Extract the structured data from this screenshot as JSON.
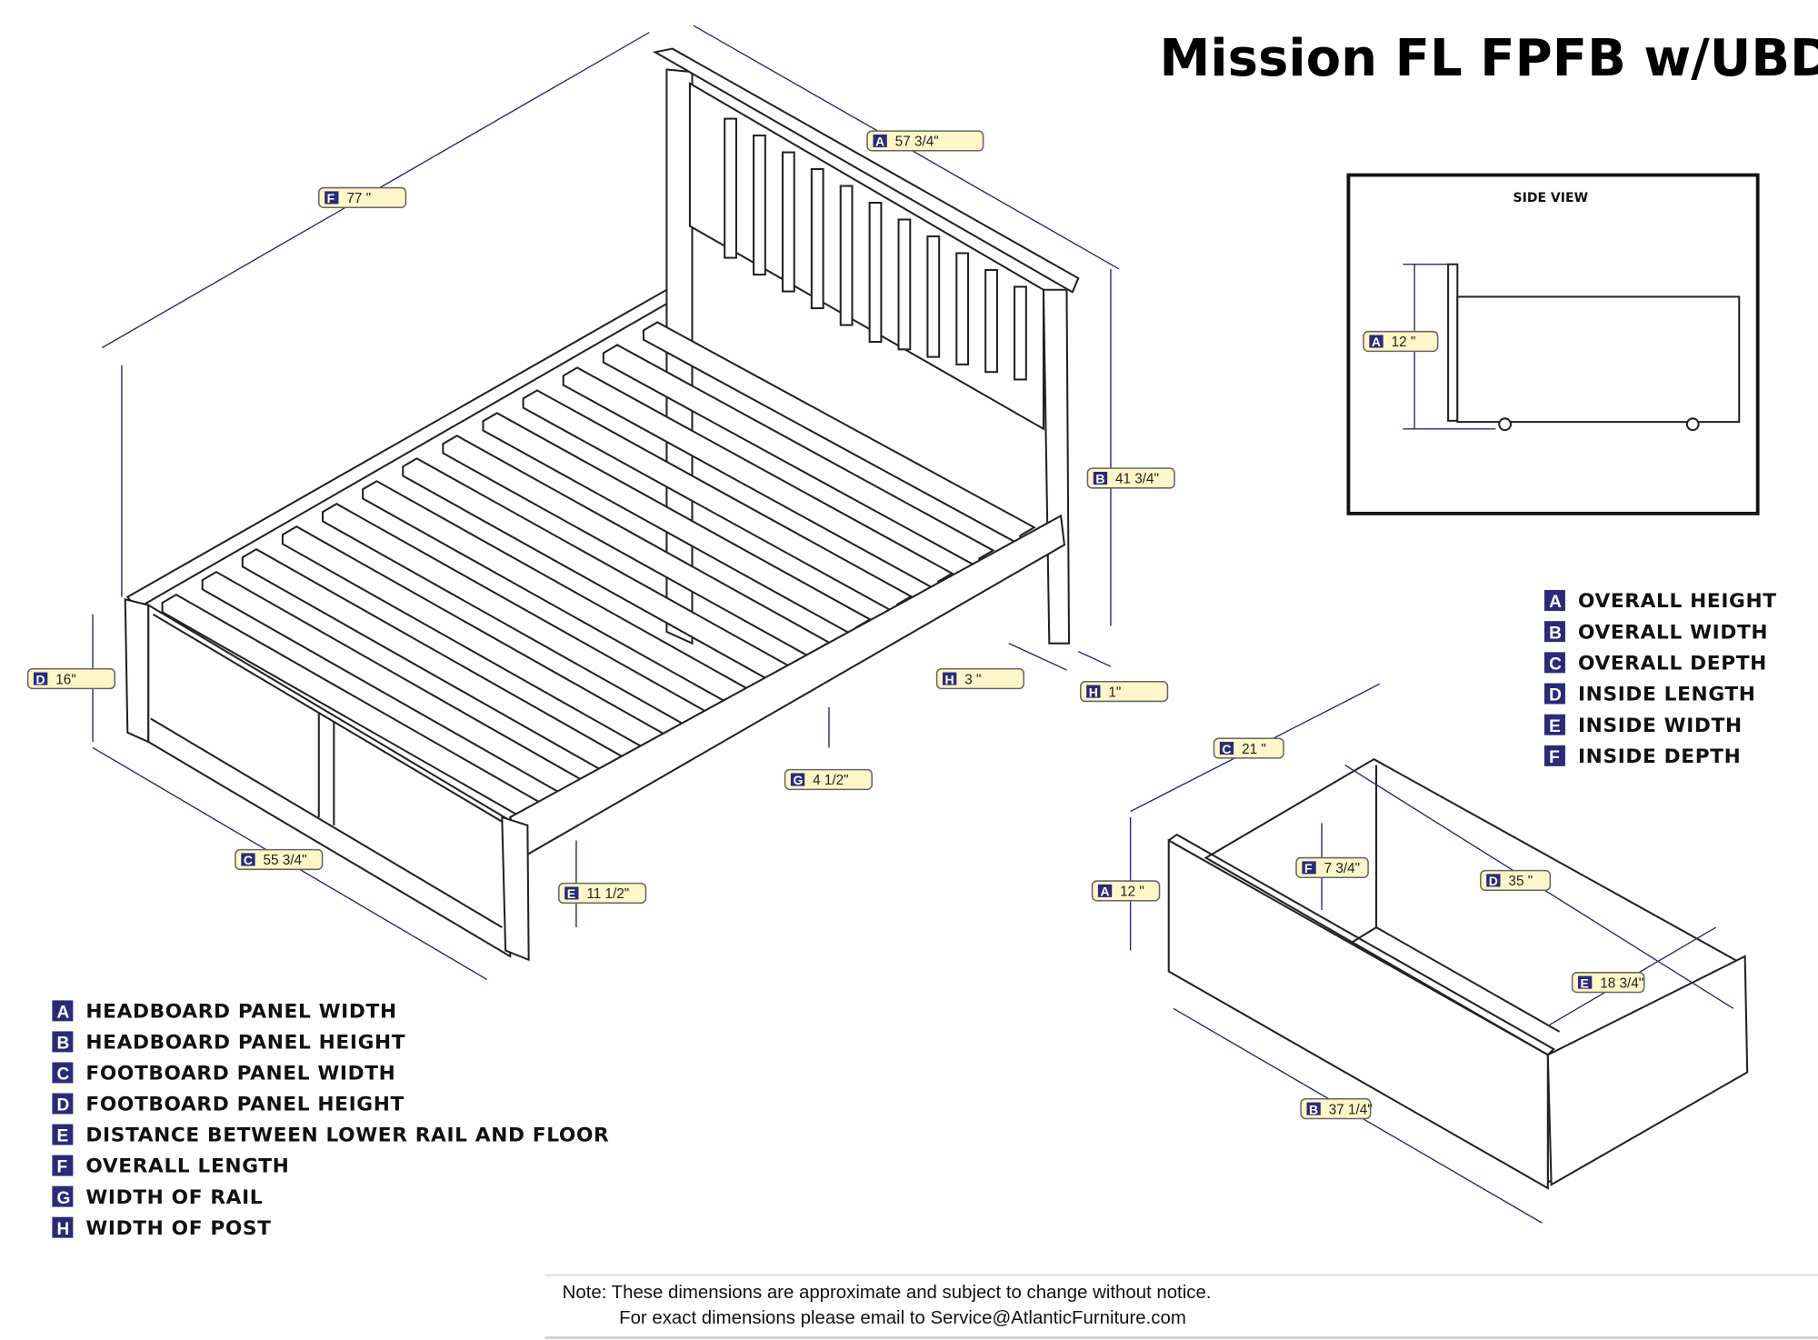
{
  "title": "Mission FL FPFB w/UBD",
  "bed_dimensions": {
    "A": "57 3/4\"",
    "B": "41 3/4\"",
    "C": "55 3/4\"",
    "D": "16\"",
    "E": "11 1/2\"",
    "F": "77 \"",
    "G": "4 1/2\"",
    "H1": "3 \"",
    "H2": "1\""
  },
  "side_view": {
    "title": "SIDE VIEW",
    "A": "12 \""
  },
  "drawer_dimensions": {
    "A": "12 \"",
    "B": "37 1/4\"",
    "C": "21 \"",
    "D": "35 \"",
    "E": "18 3/4\"",
    "F": "7 3/4\""
  },
  "bed_legend": [
    {
      "letter": "A",
      "text": "HEADBOARD PANEL WIDTH"
    },
    {
      "letter": "B",
      "text": "HEADBOARD PANEL HEIGHT"
    },
    {
      "letter": "C",
      "text": "FOOTBOARD PANEL WIDTH"
    },
    {
      "letter": "D",
      "text": "FOOTBOARD PANEL HEIGHT"
    },
    {
      "letter": "E",
      "text": "DISTANCE BETWEEN LOWER RAIL AND FLOOR"
    },
    {
      "letter": "F",
      "text": "OVERALL LENGTH"
    },
    {
      "letter": "G",
      "text": "WIDTH OF RAIL"
    },
    {
      "letter": "H",
      "text": "WIDTH OF POST"
    }
  ],
  "drawer_legend": [
    {
      "letter": "A",
      "text": "OVERALL HEIGHT"
    },
    {
      "letter": "B",
      "text": "OVERALL WIDTH"
    },
    {
      "letter": "C",
      "text": "OVERALL DEPTH"
    },
    {
      "letter": "D",
      "text": "INSIDE LENGTH"
    },
    {
      "letter": "E",
      "text": "INSIDE WIDTH"
    },
    {
      "letter": "F",
      "text": "INSIDE DEPTH"
    }
  ],
  "note": {
    "line1": "Note:  These dimensions are approximate and subject to change without notice.",
    "line2": "For exact dimensions please email to Service@AtlanticFurniture.com"
  },
  "colors": {
    "accent": "#2b2a7a",
    "badge": "#fdf6c8"
  }
}
